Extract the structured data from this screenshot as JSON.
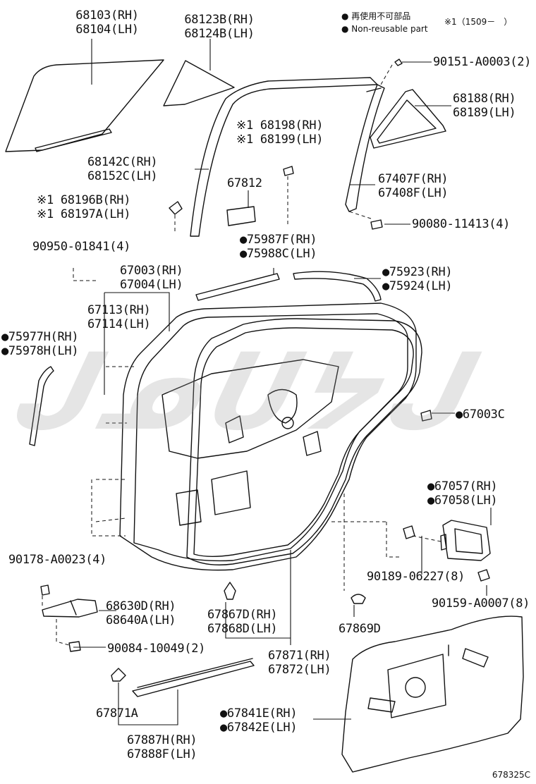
{
  "legend": {
    "non_reusable_jp": "再使用不可部品",
    "non_reusable_en": "Non-reusable part",
    "note": "※1（1509－　）"
  },
  "labels": [
    {
      "id": "glass-front",
      "lines": [
        "68103(RH)",
        "68104(LH)"
      ]
    },
    {
      "id": "glass-quarter",
      "lines": [
        "68123B(RH)",
        "68124B(LH)"
      ]
    },
    {
      "id": "clip-90151",
      "lines": [
        "90151-A0003(2)"
      ]
    },
    {
      "id": "weatherstrip-68188",
      "lines": [
        "68188(RH)",
        "68189(LH)"
      ]
    },
    {
      "id": "clip-68198",
      "lines": [
        "※1 68198(RH)",
        "※1 68199(LH)"
      ]
    },
    {
      "id": "run-68142",
      "lines": [
        "68142C(RH)",
        "68152C(LH)"
      ]
    },
    {
      "id": "run-67407",
      "lines": [
        "67407F(RH)",
        "67408F(LH)"
      ]
    },
    {
      "id": "pad-67812",
      "lines": [
        "67812"
      ]
    },
    {
      "id": "clip-68196",
      "lines": [
        "※1 68196B(RH)",
        "※1 68197A(LH)"
      ]
    },
    {
      "id": "bolt-90080",
      "lines": [
        "90080-11413(4)"
      ]
    },
    {
      "id": "clip-90950",
      "lines": [
        "90950-01841(4)"
      ]
    },
    {
      "id": "ws-75987",
      "lines": [
        "●75987F(RH)",
        "●75988C(LH)"
      ]
    },
    {
      "id": "door-67003",
      "lines": [
        "67003(RH)",
        "67004(LH)"
      ]
    },
    {
      "id": "ws-75923",
      "lines": [
        "●75923(RH)",
        "●75924(LH)"
      ]
    },
    {
      "id": "frame-67113",
      "lines": [
        "67113(RH)",
        "67114(LH)"
      ]
    },
    {
      "id": "ws-75977",
      "lines": [
        "●75977H(RH)",
        "●75978H(LH)"
      ]
    },
    {
      "id": "plug-67003c",
      "lines": [
        "●67003C"
      ]
    },
    {
      "id": "hinge-67057",
      "lines": [
        "●67057(RH)",
        "●67058(LH)"
      ]
    },
    {
      "id": "bolt-90178",
      "lines": [
        "90178-A0023(4)"
      ]
    },
    {
      "id": "screw-90189",
      "lines": [
        "90189-06227(8)"
      ]
    },
    {
      "id": "screw-90159",
      "lines": [
        "90159-A0007(8)"
      ]
    },
    {
      "id": "check-68630",
      "lines": [
        "68630D(RH)",
        "68640A(LH)"
      ]
    },
    {
      "id": "clip-67867",
      "lines": [
        "67867D(RH)",
        "67868D(LH)"
      ]
    },
    {
      "id": "clip-67869",
      "lines": [
        "67869D"
      ]
    },
    {
      "id": "bolt-90084",
      "lines": [
        "90084-10049(2)"
      ]
    },
    {
      "id": "ws-67871",
      "lines": [
        "67871(RH)",
        "67872(LH)"
      ]
    },
    {
      "id": "clip-67871a",
      "lines": [
        "67871A"
      ]
    },
    {
      "id": "film-67841",
      "lines": [
        "●67841E(RH)",
        "●67842E(LH)"
      ]
    },
    {
      "id": "ws-67887",
      "lines": [
        "67887H(RH)",
        "67888F(LH)"
      ]
    }
  ],
  "drawing_code": "678325C"
}
